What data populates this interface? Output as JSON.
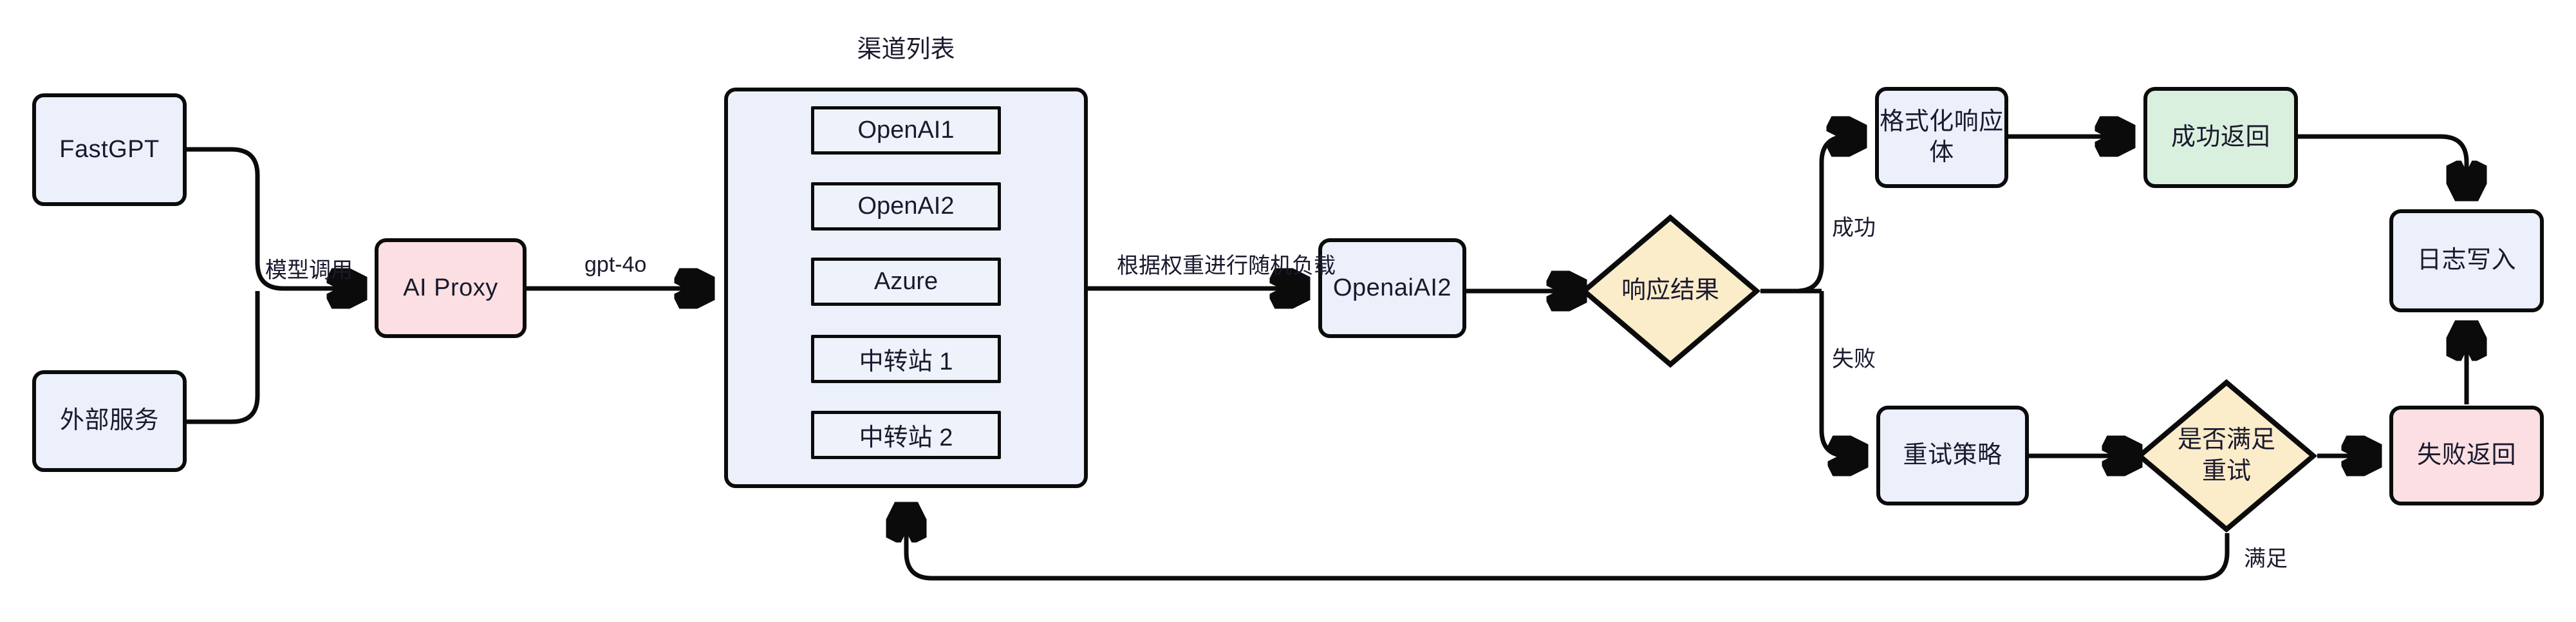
{
  "diagram": {
    "type": "flowchart",
    "title_group": "渠道列表",
    "nodes": {
      "fastgpt": "FastGPT",
      "external_service": "外部服务",
      "ai_proxy": "AI Proxy",
      "openai_ai2": "OpenaiAI2",
      "response_result": "响应结果",
      "format_response_body": "格式化响应体",
      "success_return": "成功返回",
      "log_write": "日志写入",
      "retry_policy": "重试策略",
      "retry_condition_line1": "是否满足",
      "retry_condition_line2": "重试",
      "failure_return": "失败返回"
    },
    "channels": [
      "OpenAI1",
      "OpenAI2",
      "Azure",
      "中转站 1",
      "中转站 2"
    ],
    "edge_labels": {
      "model_call": "模型调用",
      "gpt_4o": "gpt-4o",
      "weighted_random_load": "根据权重进行随机负载",
      "success": "成功",
      "failure": "失败",
      "satisfied": "满足"
    },
    "colors": {
      "blue_fill": "#ebf0fb",
      "pink_fill": "#fbdfe2",
      "green_fill": "#d9f0de",
      "yellow_fill": "#fbecca",
      "stroke": "#0b0b0b",
      "text": "#1a1a2e",
      "background": "#ffffff"
    }
  }
}
